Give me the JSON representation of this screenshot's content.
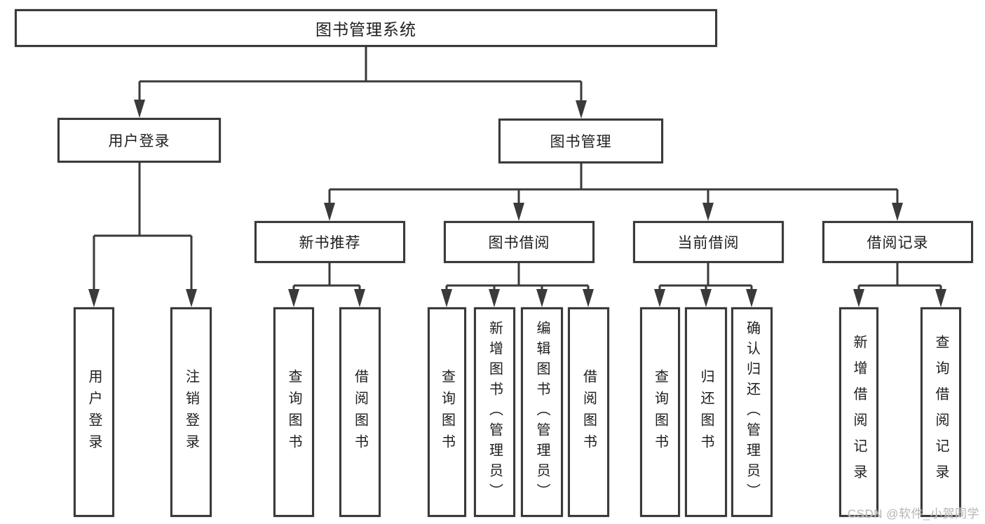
{
  "tree": {
    "root": {
      "label": "图书管理系统",
      "children": [
        {
          "label": "用户登录",
          "children": [
            {
              "label": "用户登录"
            },
            {
              "label": "注销登录"
            }
          ]
        },
        {
          "label": "图书管理",
          "children": [
            {
              "label": "新书推荐",
              "children": [
                {
                  "label": "查询图书"
                },
                {
                  "label": "借阅图书"
                }
              ]
            },
            {
              "label": "图书借阅",
              "children": [
                {
                  "label": "查询图书"
                },
                {
                  "label": "新增图书（管理员）"
                },
                {
                  "label": "编辑图书（管理员）"
                },
                {
                  "label": "借阅图书"
                }
              ]
            },
            {
              "label": "当前借阅",
              "children": [
                {
                  "label": "查询图书"
                },
                {
                  "label": "归还图书"
                },
                {
                  "label": "确认归还（管理员）"
                }
              ]
            },
            {
              "label": "借阅记录",
              "children": [
                {
                  "label": "新增借阅记录"
                },
                {
                  "label": "查询借阅记录"
                }
              ]
            }
          ]
        }
      ]
    }
  },
  "watermark": {
    "text": "CSDN @软件_小贺同学"
  },
  "colors": {
    "line": "#3a3a3a",
    "box_border": "#3a3a3a",
    "box_fill": "#ffffff",
    "text": "#1e1e1e",
    "watermark": "#b5b5b5",
    "background": "#ffffff"
  }
}
